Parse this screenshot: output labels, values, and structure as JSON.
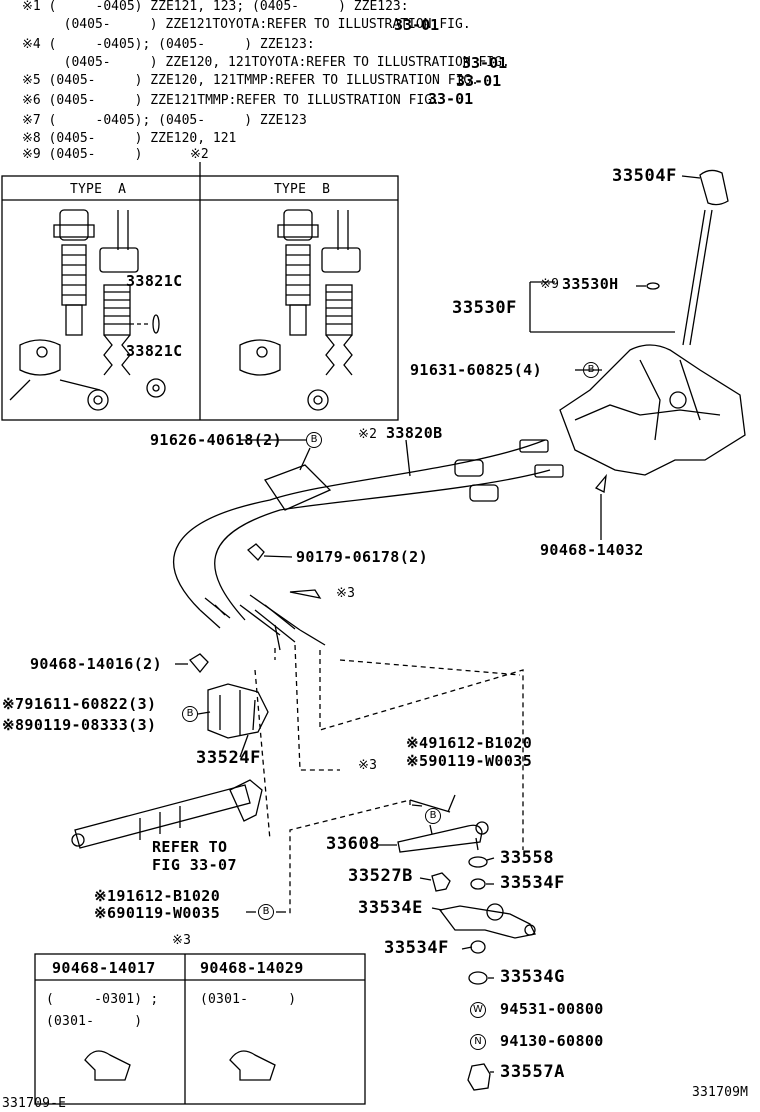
{
  "notes": [
    "※1 (     -0405) ZZE121, 123; (0405-     ) ZZE123:",
    "  (0405-     ) ZZE121TOYOTA:REFER TO ILLUSTRATION FIG.",
    "※4 (     -0405); (0405-     ) ZZE123:",
    "  (0405-     ) ZZE120, 121TOYOTA:REFER TO ILLUSTRATION FIG.",
    "※5 (0405-     ) ZZE120, 121TMMP:REFER TO ILLUSTRATION FIG.",
    "※6 (0405-     ) ZZE121TMMP:REFER TO ILLUSTRATION FIG.",
    "※7 (     -0405); (0405-     ) ZZE123",
    "※8 (0405-     ) ZZE120, 121",
    "※9 (0405-     )"
  ],
  "note_fig": [
    "33-01",
    "33-01",
    "33-01",
    "33-01"
  ],
  "note_mark2": "※2",
  "type_box": {
    "type_a": "TYPE  A",
    "type_b": "TYPE  B"
  },
  "labels": {
    "p33821c_1": "33821C",
    "p33821c_2": "33821C",
    "p33504f": "33504F",
    "p33530h_mark": "※9",
    "p33530h": "33530H",
    "p33530f": "33530F",
    "p91631": "91631-60825(4)",
    "p91626": "91626-40618(2)",
    "p33820b_mark": "※2",
    "p33820b": "33820B",
    "p90179": "90179-06178(2)",
    "p90468_14032": "90468-14032",
    "mark3_a": "※3",
    "mark3_b": "※3",
    "p90468_14016": "90468-14016(2)",
    "p91611": "※791611-60822(3)",
    "p90119_08333": "※890119-08333(3)",
    "p33524f": "33524F",
    "p91612_4": "※491612-B1020",
    "p90119_5": "※590119-W0035",
    "refer_to": "REFER TO",
    "refer_fig": "FIG 33-07",
    "p33608": "33608",
    "p33558": "33558",
    "p33527b": "33527B",
    "p33534f_1": "33534F",
    "p33534e": "33534E",
    "p33534f_2": "33534F",
    "p91612_1": "※191612-B1020",
    "p90119_6": "※690119-W0035",
    "p33534g": "33534G",
    "p94531": "94531-00800",
    "p94130": "94130-60800",
    "p33557a": "33557A"
  },
  "circle_marks": {
    "b": "B",
    "w": "W",
    "n": "N"
  },
  "clip_table": {
    "title": "※3",
    "col1_header": "90468-14017",
    "col2_header": "90468-14029",
    "col1_range_1": "(     -0301) ;",
    "col1_range_2": "(0301-     )",
    "col2_range": "(0301-     )"
  },
  "footer_left": "331709-E",
  "footer_right": "331709M"
}
